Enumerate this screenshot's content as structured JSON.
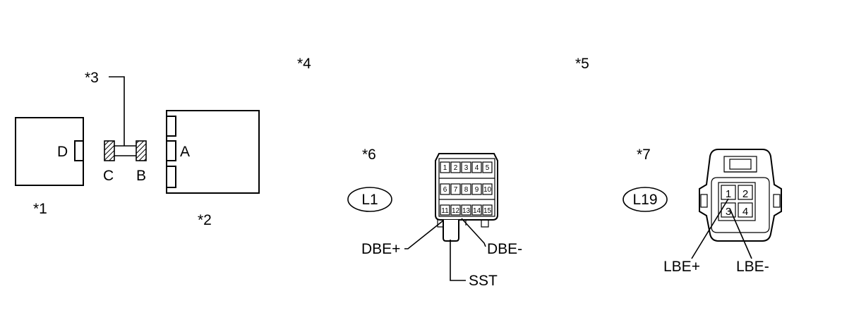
{
  "refs": {
    "r1": "*1",
    "r2": "*2",
    "r3": "*3",
    "r4": "*4",
    "r5": "*5",
    "r6": "*6",
    "r7": "*7"
  },
  "terminals": {
    "a": "A",
    "b": "B",
    "c": "C",
    "d": "D"
  },
  "connector_l1": {
    "code": "L1",
    "pins_row1": [
      "1",
      "2",
      "3",
      "4",
      "5"
    ],
    "pins_row2": [
      "6",
      "7",
      "8",
      "9",
      "10"
    ],
    "pins_row3": [
      "11",
      "12",
      "13",
      "14",
      "15"
    ],
    "label_dbe_plus": "DBE+",
    "label_dbe_minus": "DBE-",
    "label_sst": "SST"
  },
  "connector_l19": {
    "code": "L19",
    "pins": [
      "1",
      "2",
      "3",
      "4"
    ],
    "label_lbe_plus": "LBE+",
    "label_lbe_minus": "LBE-"
  },
  "colors": {
    "line": "#000000",
    "background": "#ffffff"
  }
}
